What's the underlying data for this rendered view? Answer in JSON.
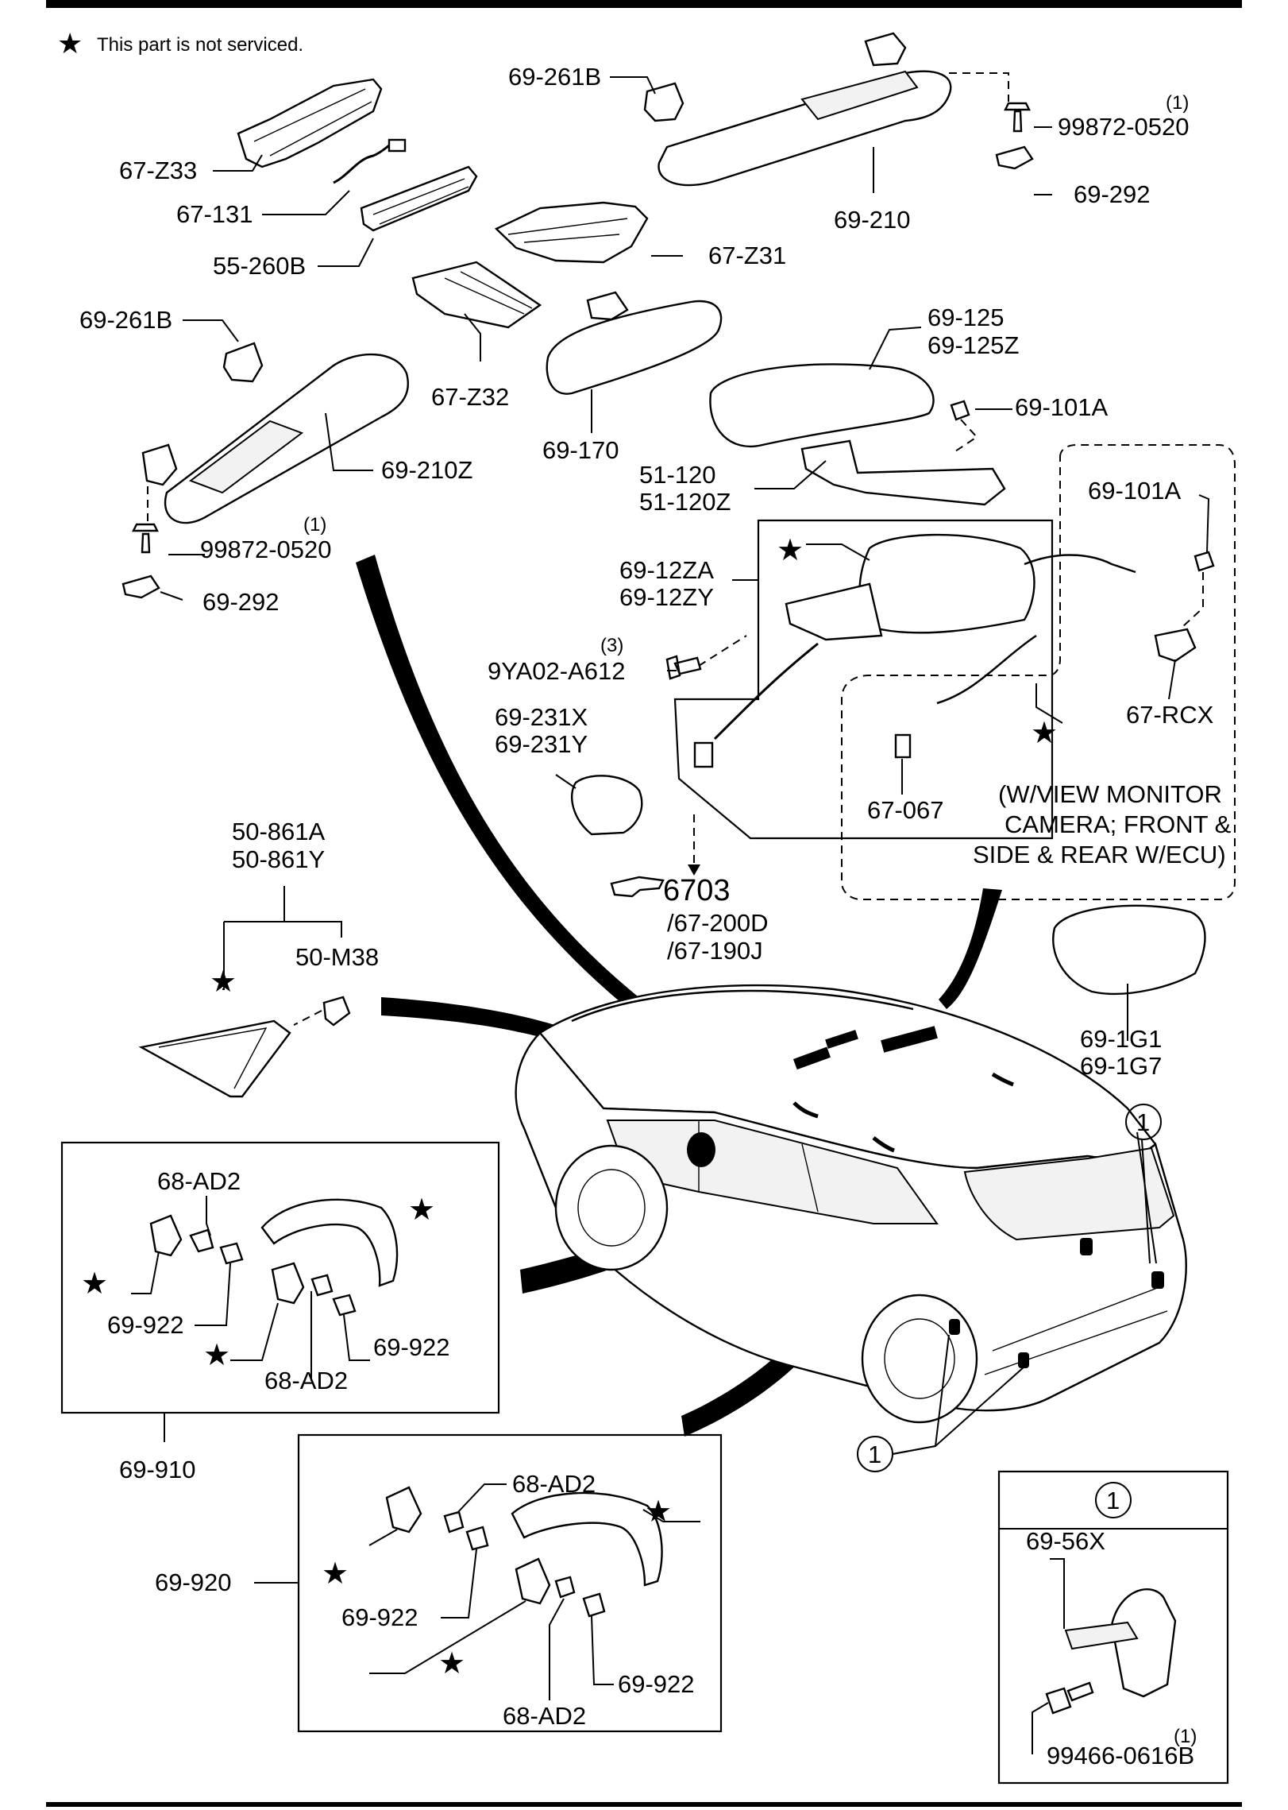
{
  "note": {
    "star": "★",
    "text": "This part is not serviced."
  },
  "labels": {
    "p67_z33": "67-Z33",
    "p67_131": "67-131",
    "p55_260b": "55-260B",
    "p69_261b_top": "69-261B",
    "p69_210": "69-210",
    "qty_top_screw": "(1)",
    "p99872_top": "99872-0520",
    "p69_292_top": "69-292",
    "p67_z31": "67-Z31",
    "p69_261b_left": "69-261B",
    "p67_z32": "67-Z32",
    "p69_170": "69-170",
    "p69_125": "69-125",
    "p69_125z": "69-125Z",
    "p69_101a_a": "69-101A",
    "p51_120": "51-120",
    "p51_120z": "51-120Z",
    "p69_210z": "69-210Z",
    "qty_left_screw": "(1)",
    "p99872_left": "99872-0520",
    "p69_292_left": "69-292",
    "p69_101a_b": "69-101A",
    "p69_12za": "69-12ZA",
    "p69_12zy": "69-12ZY",
    "qty_9ya02": "(3)",
    "p9ya02": "9YA02-A612",
    "p67_rcx": "67-RCX",
    "p69_231x": "69-231X",
    "p69_231y": "69-231Y",
    "p67_067": "67-067",
    "monitor_note": [
      "(W/VIEW MONITOR",
      "CAMERA; FRONT &",
      "SIDE & REAR W/ECU)"
    ],
    "ref_6703": "6703",
    "ref_200d": "/67-200D",
    "ref_190j": "/67-190J",
    "p50_861a": "50-861A",
    "p50_861y": "50-861Y",
    "p50_m38": "50-M38",
    "p69_1g1": "69-1G1",
    "p69_1g7": "69-1G7",
    "callout_1": "1",
    "p68_ad2_a": "68-AD2",
    "p69_922_a": "69-922",
    "p69_922_b": "69-922",
    "p68_ad2_b": "68-AD2",
    "p69_910": "69-910",
    "p68_ad2_c": "68-AD2",
    "p69_920": "69-920",
    "p69_922_c": "69-922",
    "p69_922_d": "69-922",
    "p68_ad2_d": "68-AD2",
    "p69_56x": "69-56X",
    "qty_99466": "(1)",
    "p99466": "99466-0616B"
  }
}
